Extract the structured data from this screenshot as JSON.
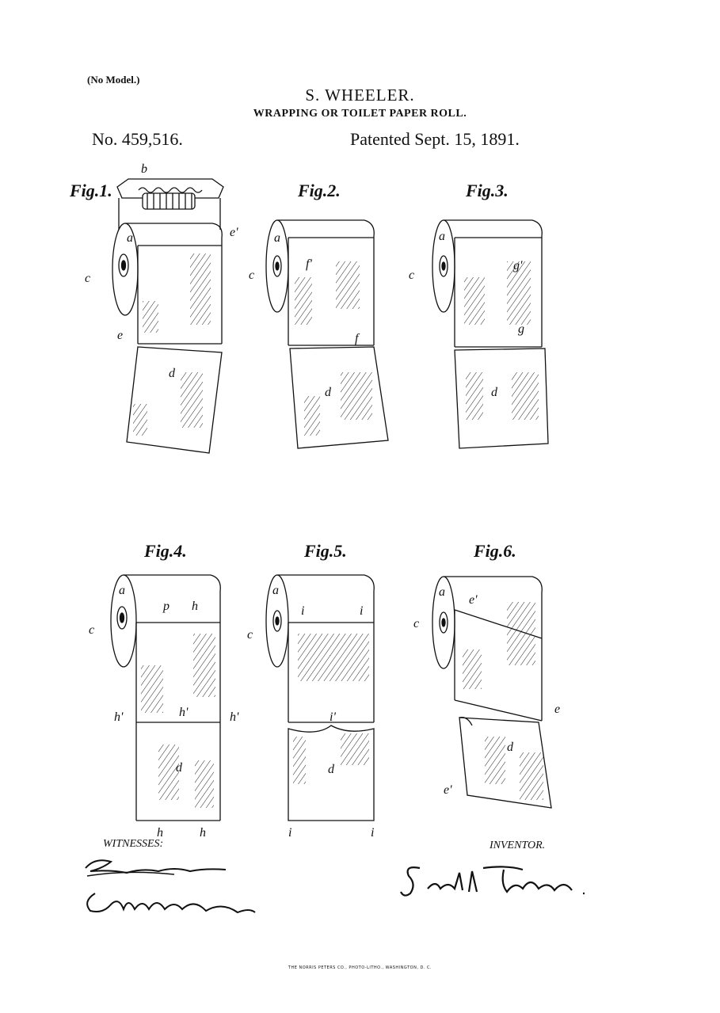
{
  "header": {
    "no_model": "(No Model.)",
    "inventor": "S. WHEELER.",
    "title": "WRAPPING OR TOILET PAPER ROLL.",
    "patent_number": "No. 459,516.",
    "patent_date": "Patented Sept. 15, 1891."
  },
  "figures": [
    {
      "label": "Fig.1."
    },
    {
      "label": "Fig.2."
    },
    {
      "label": "Fig.3."
    },
    {
      "label": "Fig.4."
    },
    {
      "label": "Fig.5."
    },
    {
      "label": "Fig.6."
    }
  ],
  "reference_letters": {
    "a": "a",
    "b": "b",
    "c": "c",
    "d": "d",
    "e": "e",
    "e1": "e'",
    "f": "f",
    "f1": "f'",
    "g": "g",
    "g1": "g'",
    "h": "h",
    "h1": "h'",
    "i": "i",
    "i1": "i'",
    "p": "p"
  },
  "signatures": {
    "witnesses_label": "WITNESSES:",
    "inventor_label": "INVENTOR."
  },
  "footer": {
    "printer": "THE NORRIS PETERS CO., PHOTO-LITHO., WASHINGTON, D. C."
  }
}
